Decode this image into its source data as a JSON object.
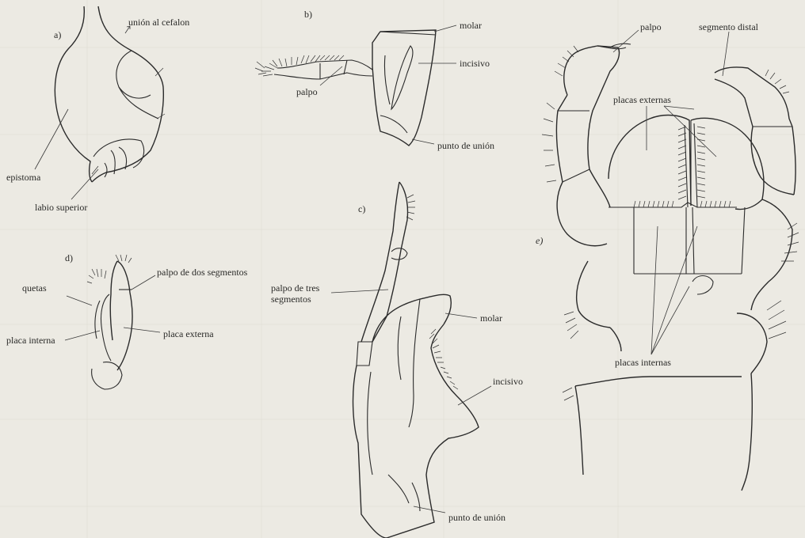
{
  "figures": {
    "a": {
      "label": "a)",
      "union_cefalon": "unión al cefalon",
      "epistoma": "epistoma",
      "labio_superior": "labio superior"
    },
    "b": {
      "label": "b)",
      "molar": "molar",
      "incisivo": "incisivo",
      "palpo": "palpo",
      "punto_union": "punto de unión"
    },
    "c": {
      "label": "c)",
      "palpo_tres_1": "palpo de tres",
      "palpo_tres_2": "segmentos",
      "molar": "molar",
      "incisivo": "incisivo",
      "punto_union": "punto de unión"
    },
    "d": {
      "label": "d)",
      "palpo_dos": "palpo de dos segmentos",
      "quetas": "quetas",
      "placa_externa": "placa externa",
      "placa_interna": "placa interna"
    },
    "e": {
      "label": "e)",
      "palpo": "palpo",
      "segmento_distal": "segmento distal",
      "placas_externas": "placas externas",
      "placas_internas": "placas internas"
    }
  }
}
